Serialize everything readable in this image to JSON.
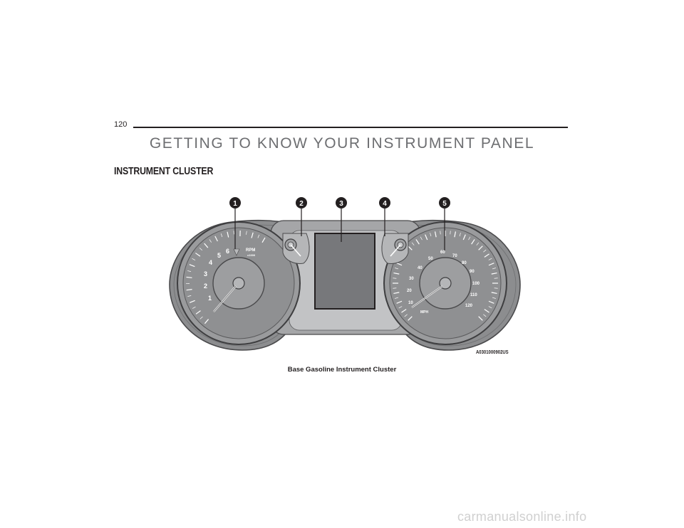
{
  "page": {
    "number": "120",
    "chapter_title": "GETTING TO KNOW YOUR INSTRUMENT PANEL",
    "section_title": "INSTRUMENT CLUSTER",
    "figure_id": "A0301000902US",
    "caption": "Base Gasoline Instrument Cluster",
    "watermark": "carmanualsonline.info"
  },
  "cluster": {
    "callouts": [
      "1",
      "2",
      "3",
      "4",
      "5"
    ],
    "tachometer": {
      "ticks": [
        "1",
        "2",
        "3",
        "4",
        "5",
        "6"
      ],
      "unit": "RPM",
      "multiplier": "x1000"
    },
    "speedometer": {
      "ticks": [
        "10",
        "20",
        "30",
        "40",
        "50",
        "60",
        "70",
        "80",
        "90",
        "100",
        "110",
        "120"
      ],
      "unit": "MPH"
    },
    "colors": {
      "housing": "#8c8d8f",
      "dial_face": "#8f9092",
      "display": "#77787b",
      "callout_fill": "#231f20"
    }
  }
}
